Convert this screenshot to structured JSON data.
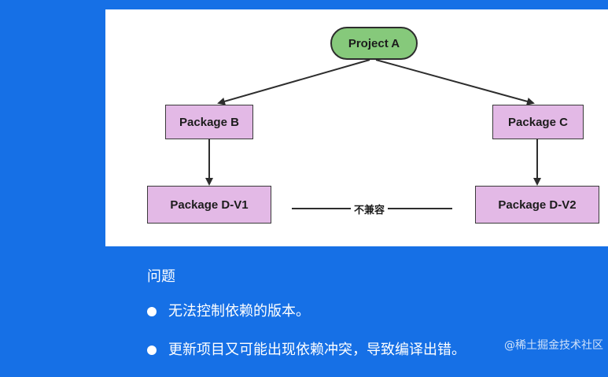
{
  "diagram": {
    "root": "Project A",
    "package_b": "Package B",
    "package_c": "Package C",
    "package_d_v1": "Package D-V1",
    "package_d_v2": "Package D-V2",
    "conflict_label": "不兼容"
  },
  "problems": {
    "title": "问题",
    "items": [
      "无法控制依赖的版本。",
      "更新项目又可能出现依赖冲突，导致编译出错。"
    ]
  },
  "watermark": "@稀土掘金技术社区",
  "colors": {
    "background": "#1670e6",
    "root_fill": "#86c97b",
    "package_fill": "#e3b9e6"
  }
}
